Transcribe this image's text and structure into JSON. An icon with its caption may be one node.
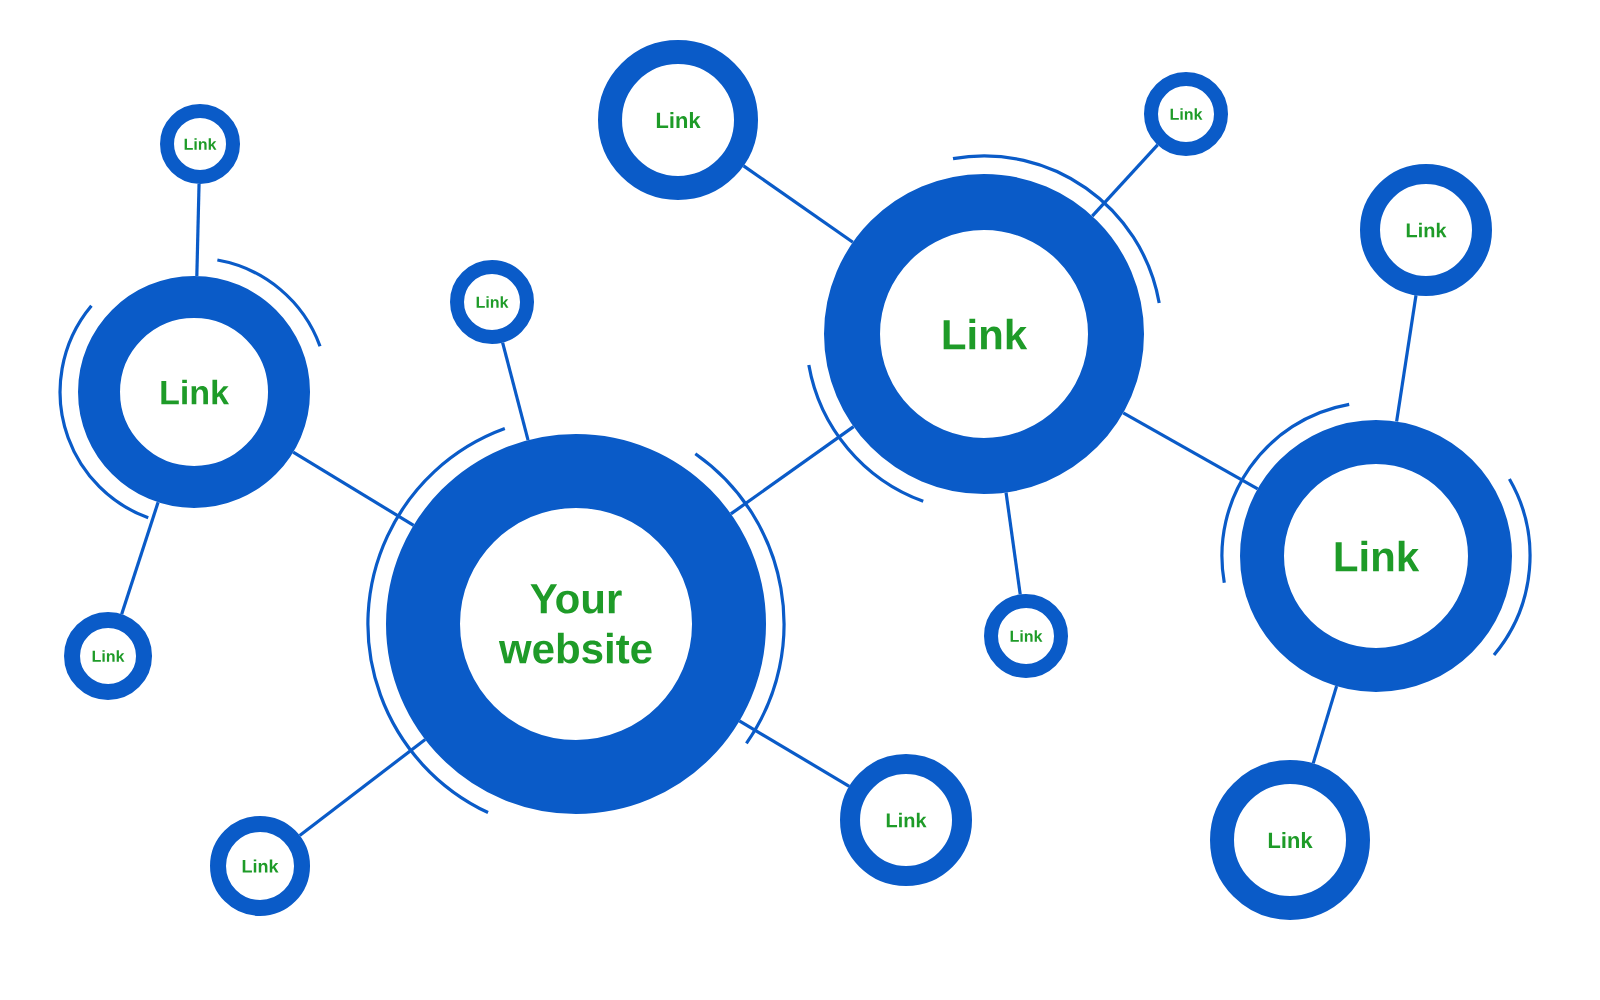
{
  "diagram": {
    "nodes": [
      {
        "text": [
          "Your website"
        ]
      },
      {
        "text": [
          "Link"
        ]
      },
      {
        "text": [
          "Link"
        ]
      },
      {
        "text": [
          "Link"
        ]
      },
      {
        "text": [
          "Link"
        ]
      },
      {
        "text": [
          "Link"
        ]
      },
      {
        "text": [
          "Link"
        ]
      },
      {
        "text": [
          "Link"
        ]
      },
      {
        "text": [
          "Link"
        ]
      },
      {
        "text": [
          "Link"
        ]
      },
      {
        "text": [
          "Link"
        ]
      },
      {
        "text": [
          "Link"
        ]
      },
      {
        "text": [
          "Link"
        ]
      },
      {
        "text": [
          "Link"
        ]
      }
    ],
    "edges": [
      {
        "from": 3,
        "to": 4,
        "arrow": "none"
      },
      {
        "from": 3,
        "to": 6,
        "arrow": "none"
      },
      {
        "from": 3,
        "to": 0,
        "arrow": "none"
      },
      {
        "from": 0,
        "to": 5,
        "arrow": "none"
      },
      {
        "from": 0,
        "to": 7,
        "arrow": "none"
      },
      {
        "from": 0,
        "to": 8,
        "arrow": "none"
      },
      {
        "from": 0,
        "to": 1,
        "arrow": "none"
      },
      {
        "from": 1,
        "to": 9,
        "arrow": "none"
      },
      {
        "from": 1,
        "to": 10,
        "arrow": "none"
      },
      {
        "from": 1,
        "to": 11,
        "arrow": "none"
      },
      {
        "from": 1,
        "to": 2,
        "arrow": "none"
      },
      {
        "from": 2,
        "to": 12,
        "arrow": "none"
      },
      {
        "from": 2,
        "to": 13,
        "arrow": "none"
      }
    ]
  }
}
